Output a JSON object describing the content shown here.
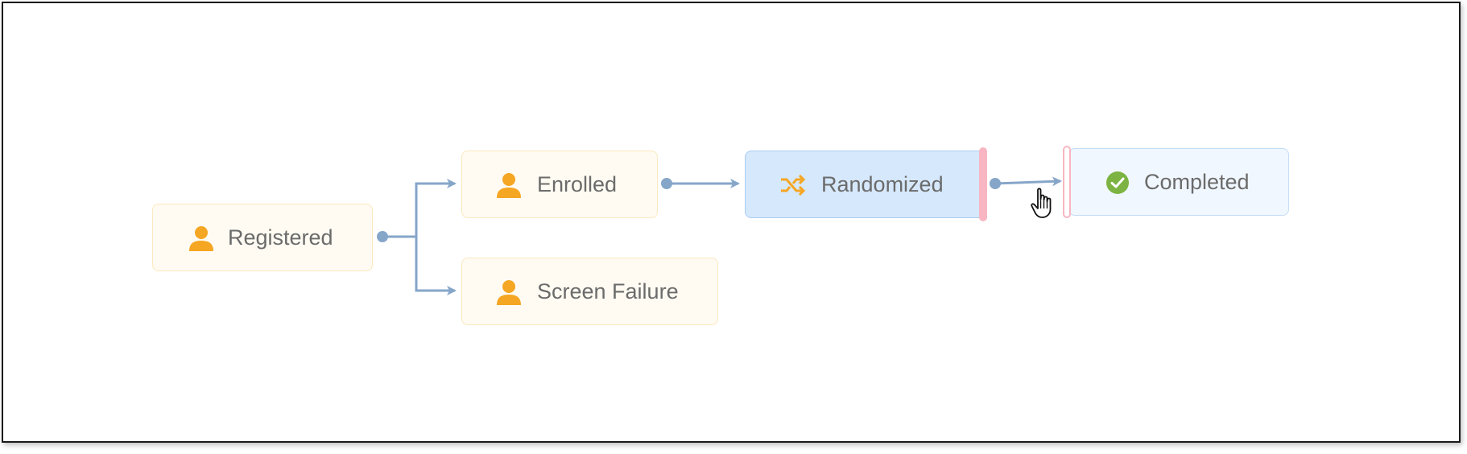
{
  "nodes": {
    "registered": {
      "label": "Registered",
      "icon": "person-icon"
    },
    "enrolled": {
      "label": "Enrolled",
      "icon": "person-icon"
    },
    "screen_failure": {
      "label": "Screen Failure",
      "icon": "person-icon"
    },
    "randomized": {
      "label": "Randomized",
      "icon": "shuffle-icon"
    },
    "completed": {
      "label": "Completed",
      "icon": "check-circle-icon"
    }
  },
  "edges": [
    {
      "from": "Registered",
      "to": "Enrolled"
    },
    {
      "from": "Registered",
      "to": "Screen Failure"
    },
    {
      "from": "Enrolled",
      "to": "Randomized"
    },
    {
      "from": "Randomized",
      "to": "Completed"
    }
  ],
  "colors": {
    "person_node_bg": "#fffbf2",
    "person_node_border": "#fbe8bf",
    "selected_node_bg": "#d6e8fb",
    "completed_node_bg": "#f1f7fe",
    "edge": "#86a6c9",
    "icon_orange": "#f5a623",
    "check_green": "#7cb342",
    "handle_pink": "#f7b6c2"
  }
}
